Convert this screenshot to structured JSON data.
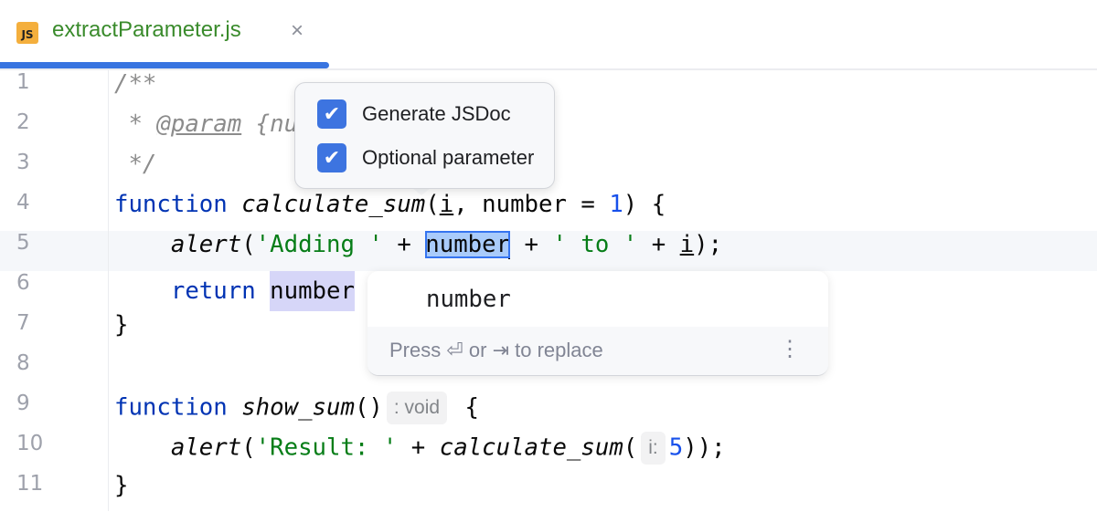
{
  "tab": {
    "icon": "js-file-icon",
    "icon_text": "JS",
    "title": "extractParameter.js",
    "close": "×"
  },
  "lines": [
    {
      "n": "1",
      "tokens": [
        {
          "t": "/**",
          "c": "cmt"
        }
      ]
    },
    {
      "n": "2",
      "tokens": [
        {
          "t": " * ",
          "c": "cmt"
        },
        {
          "t": "@param",
          "c": "tag"
        },
        {
          "t": " {nu",
          "c": "cmt"
        }
      ]
    },
    {
      "n": "3",
      "tokens": [
        {
          "t": " */",
          "c": "cmt"
        }
      ]
    },
    {
      "n": "4",
      "tokens": [
        {
          "t": "function",
          "c": "kw"
        },
        {
          "t": " "
        },
        {
          "t": "calculate_sum",
          "c": "fn"
        },
        {
          "t": "("
        },
        {
          "t": "i",
          "c": "und"
        },
        {
          "t": ", number = "
        },
        {
          "t": "1",
          "c": "num"
        },
        {
          "t": ") {"
        }
      ]
    },
    {
      "n": "5",
      "current": true,
      "tokens": [
        {
          "t": "    "
        },
        {
          "t": "alert",
          "c": "fn"
        },
        {
          "t": "("
        },
        {
          "t": "'Adding '",
          "c": "str"
        },
        {
          "t": " + "
        },
        {
          "t": "number",
          "c": "sel"
        },
        {
          "t": "",
          "c": "caret"
        },
        {
          "t": " + "
        },
        {
          "t": "' to '",
          "c": "str"
        },
        {
          "t": " + "
        },
        {
          "t": "i",
          "c": "und"
        },
        {
          "t": ");"
        }
      ]
    },
    {
      "n": "6",
      "tokens": [
        {
          "t": "    "
        },
        {
          "t": "return",
          "c": "kw"
        },
        {
          "t": " "
        },
        {
          "t": "number",
          "c": "hl"
        }
      ]
    },
    {
      "n": "7",
      "tokens": [
        {
          "t": "}"
        }
      ]
    },
    {
      "n": "8",
      "tokens": []
    },
    {
      "n": "9",
      "tokens": [
        {
          "t": "function",
          "c": "kw"
        },
        {
          "t": " "
        },
        {
          "t": "show_sum",
          "c": "fn"
        },
        {
          "t": "()"
        },
        {
          "t": ": void",
          "c": "hint"
        },
        {
          "t": " {"
        }
      ]
    },
    {
      "n": "10",
      "tokens": [
        {
          "t": "    "
        },
        {
          "t": "alert",
          "c": "fn"
        },
        {
          "t": "("
        },
        {
          "t": "'Result: '",
          "c": "str"
        },
        {
          "t": " + "
        },
        {
          "t": "calculate_sum",
          "c": "fn"
        },
        {
          "t": "("
        },
        {
          "t": "i:",
          "c": "hint"
        },
        {
          "t": "5",
          "c": "num"
        },
        {
          "t": "));"
        }
      ]
    },
    {
      "n": "11",
      "tokens": [
        {
          "t": "}"
        }
      ]
    }
  ],
  "options_popup": {
    "options": [
      {
        "label": "Generate JSDoc",
        "checked": true
      },
      {
        "label": "Optional parameter",
        "checked": true
      }
    ]
  },
  "rename_popup": {
    "suggestion": "number",
    "hint": "Press ⏎ or ⇥ to replace",
    "more": "⋮"
  },
  "colors": {
    "accent": "#3874e0",
    "keyword": "#0033b3",
    "string": "#067d17",
    "number": "#1750eb",
    "comment": "#8c8c8c"
  }
}
